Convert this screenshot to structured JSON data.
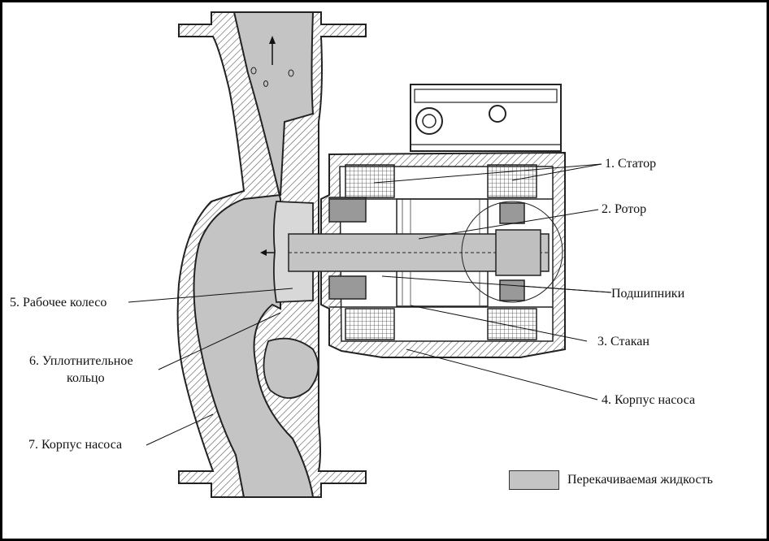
{
  "labels": {
    "stator": "1. Статор",
    "rotor": "2. Ротор",
    "bearings": "Подшипники",
    "can": "3. Стакан",
    "motor_housing": "4. Корпус насоса",
    "impeller": "5. Рабочее колесо",
    "seal_ring_line1": "6. Уплотнительное",
    "seal_ring_line2": "кольцо",
    "pump_housing": "7. Корпус насоса"
  },
  "legend": {
    "pumped_liquid": "Перекачиваемая жидкость",
    "swatch_color": "#c4c4c4"
  },
  "colors": {
    "liquid": "#c4c4c4",
    "outline": "#222222",
    "hatch": "#555555"
  }
}
